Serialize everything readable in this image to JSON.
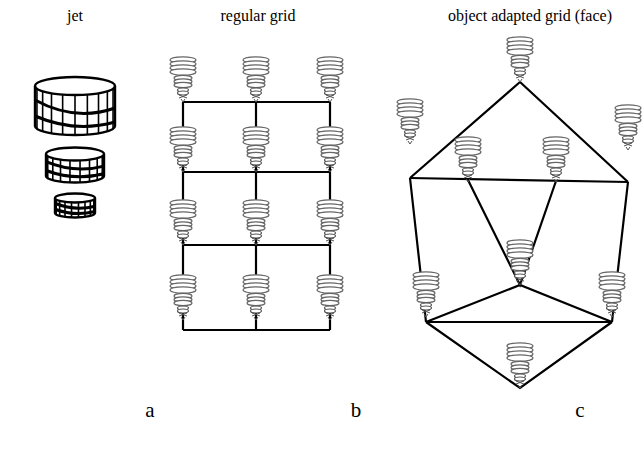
{
  "diagram": {
    "labels": [
      "jet",
      "regular grid",
      "object adapted grid (face)",
      "a",
      "b",
      "c"
    ]
  }
}
